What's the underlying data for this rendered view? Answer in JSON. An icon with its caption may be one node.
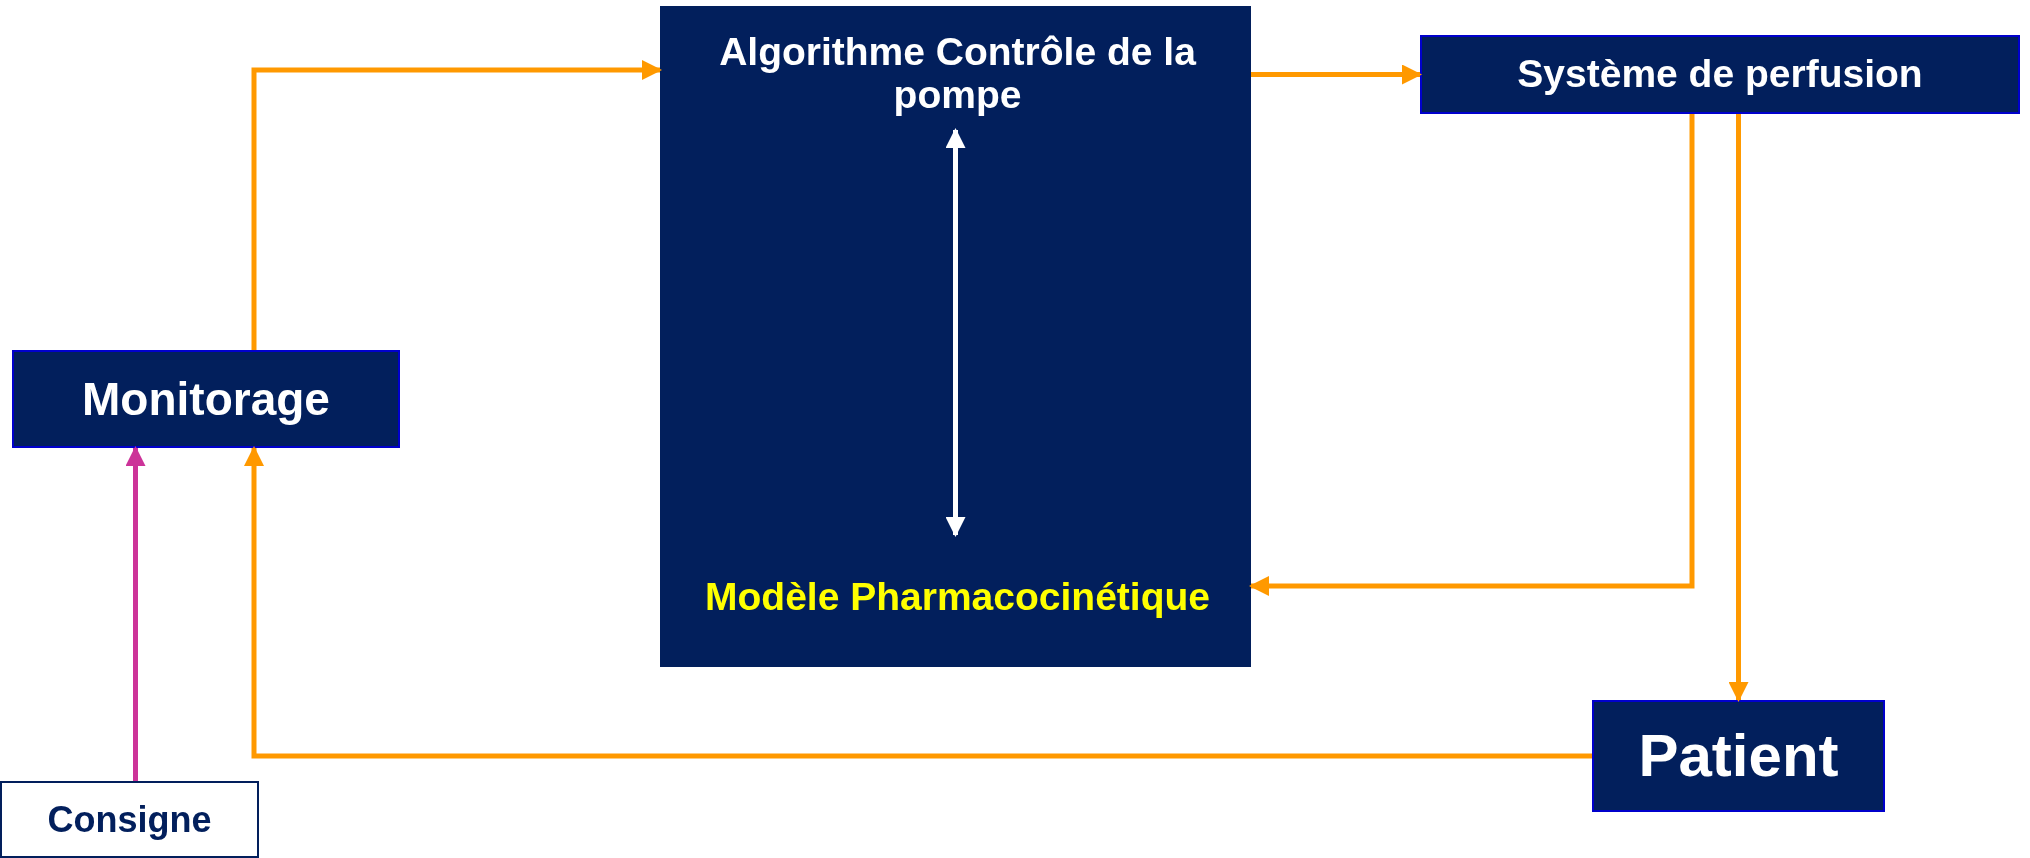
{
  "diagram": {
    "nodes": [
      {
        "text": [
          "Monitorage"
        ]
      },
      {
        "text": [],
        "shape": "box"
      },
      {
        "text": [
          "Algorithme Contrôle de la pompe"
        ],
        "in": 1
      },
      {
        "text": [
          "Modèle Pharmacocinétique"
        ],
        "in": 1
      },
      {
        "text": [
          "Système de perfusion"
        ]
      },
      {
        "text": [
          "Patient"
        ]
      },
      {
        "text": [
          "Consigne"
        ]
      }
    ],
    "edges": [
      {
        "from": 0,
        "to": 1,
        "arrow": "to"
      },
      {
        "from": 1,
        "to": 4,
        "arrow": "to"
      },
      {
        "from": 4,
        "to": 1,
        "arrow": "to"
      },
      {
        "from": 4,
        "to": 5,
        "arrow": "to"
      },
      {
        "from": 5,
        "to": 0,
        "arrow": "to"
      },
      {
        "from": 6,
        "to": 0,
        "arrow": "to",
        "color": "#cc3399"
      },
      {
        "from": 2,
        "to": 3,
        "arrow": "both",
        "color": "#ffffff"
      }
    ]
  }
}
